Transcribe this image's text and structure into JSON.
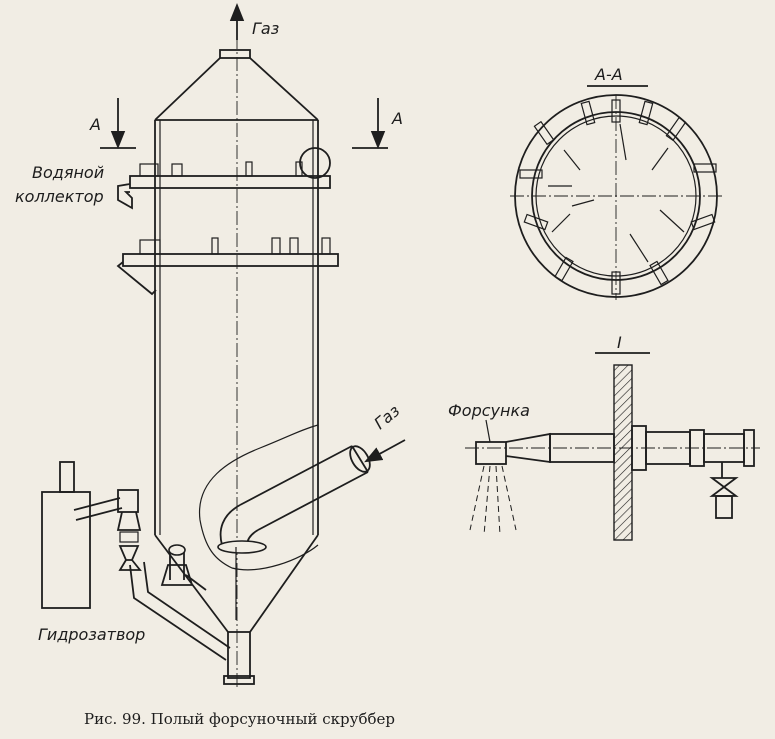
{
  "labels": {
    "gas_top": "Газ",
    "gas_inlet": "Газ",
    "section_a_left": "А",
    "section_a_right": "А",
    "water_collector_line1": "Водяной",
    "water_collector_line2": "коллектор",
    "hydroseal": "Гидрозатвор",
    "section_title": "А-А",
    "detail_title": "I",
    "nozzle": "Форсунка"
  },
  "caption": "Рис. 99. Полый форсуночный скруббер"
}
